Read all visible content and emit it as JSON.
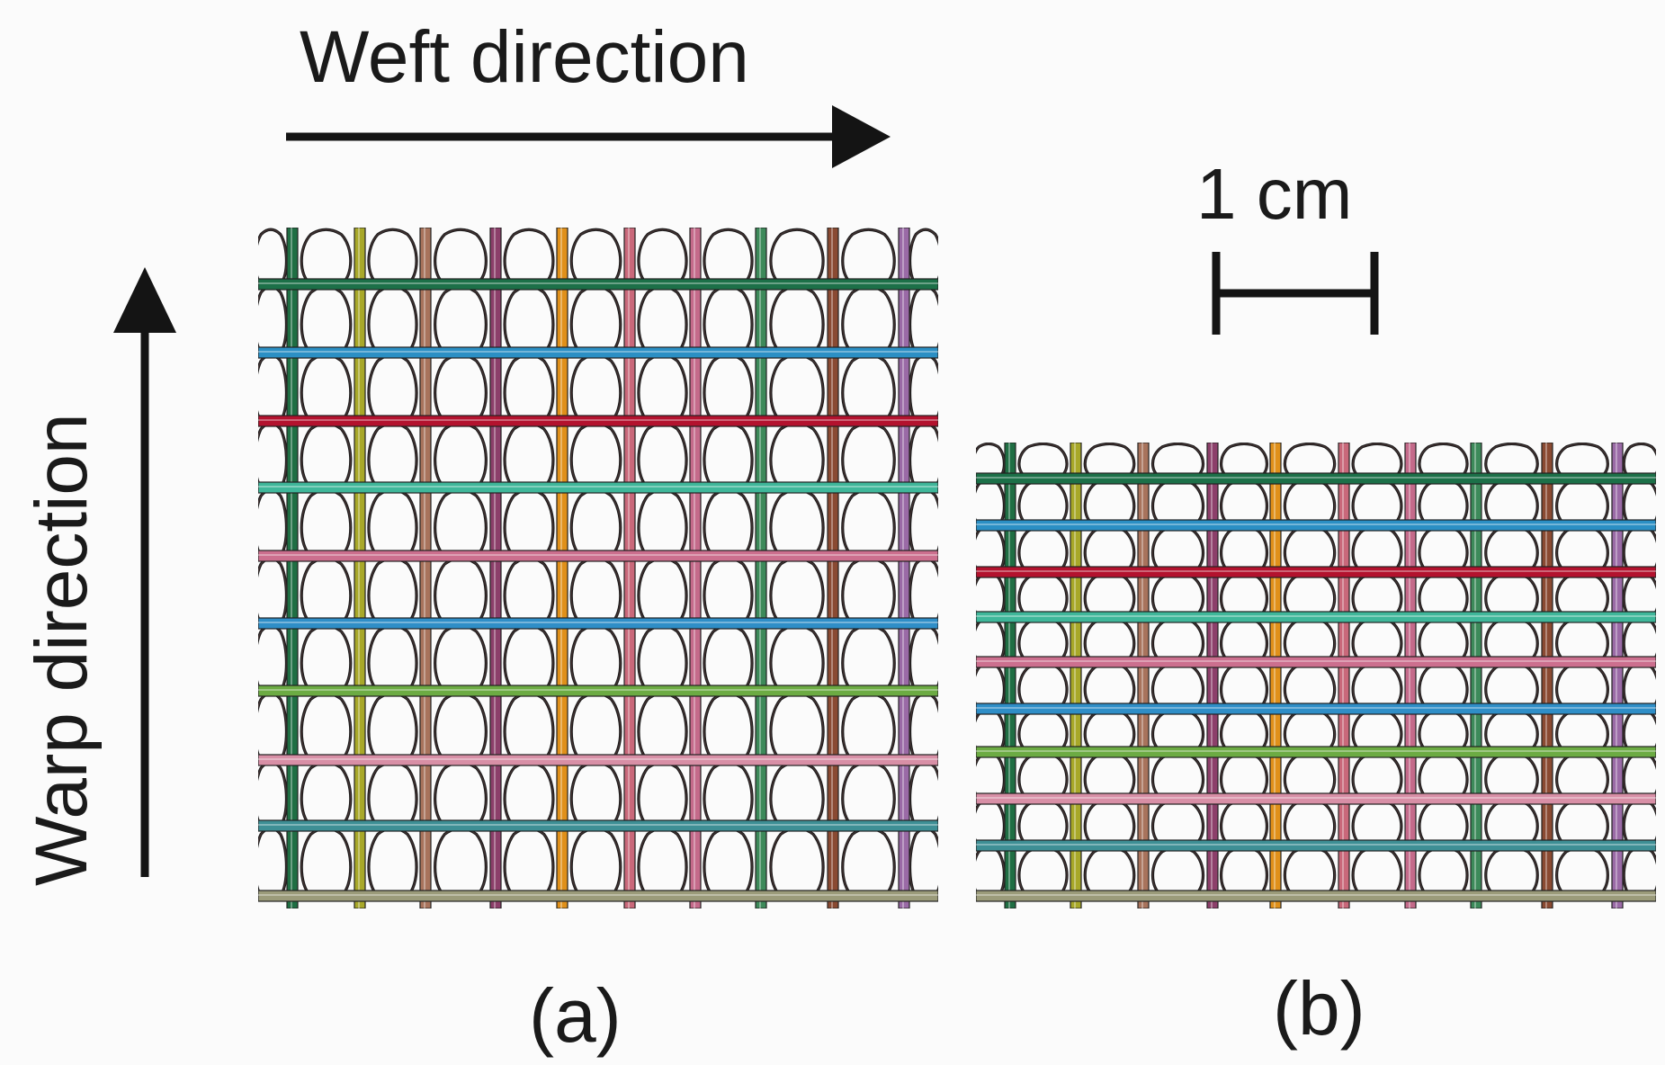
{
  "labels": {
    "weft": "Weft direction",
    "warp": "Warp direction",
    "scale": "1 cm",
    "panel_a": "(a)",
    "panel_b": "(b)"
  },
  "colors": {
    "loop": "#1b1b1b",
    "arrow": "#141414",
    "warp_yarns": [
      "#1f6e43",
      "#a8a829",
      "#a8735c",
      "#8c3f6a",
      "#e0901a",
      "#c9687a",
      "#c46a8a",
      "#3d8a5a",
      "#8a4a32",
      "#9a6aa6"
    ],
    "weft_yarns": [
      "#1c7048",
      "#2b8fc4",
      "#b3122e",
      "#3fb79a",
      "#cc6f8e",
      "#2f8ec7",
      "#6cab43",
      "#d88fa6",
      "#3e8f95",
      "#9b9b7a"
    ]
  },
  "panels": [
    {
      "id": "a",
      "warp_yarn_count": 10,
      "weft_yarn_count": 10,
      "loop_columns": 10,
      "loop_rows": 10
    },
    {
      "id": "b",
      "warp_yarn_count": 10,
      "weft_yarn_count": 10,
      "loop_columns": 10,
      "loop_rows": 10
    }
  ]
}
